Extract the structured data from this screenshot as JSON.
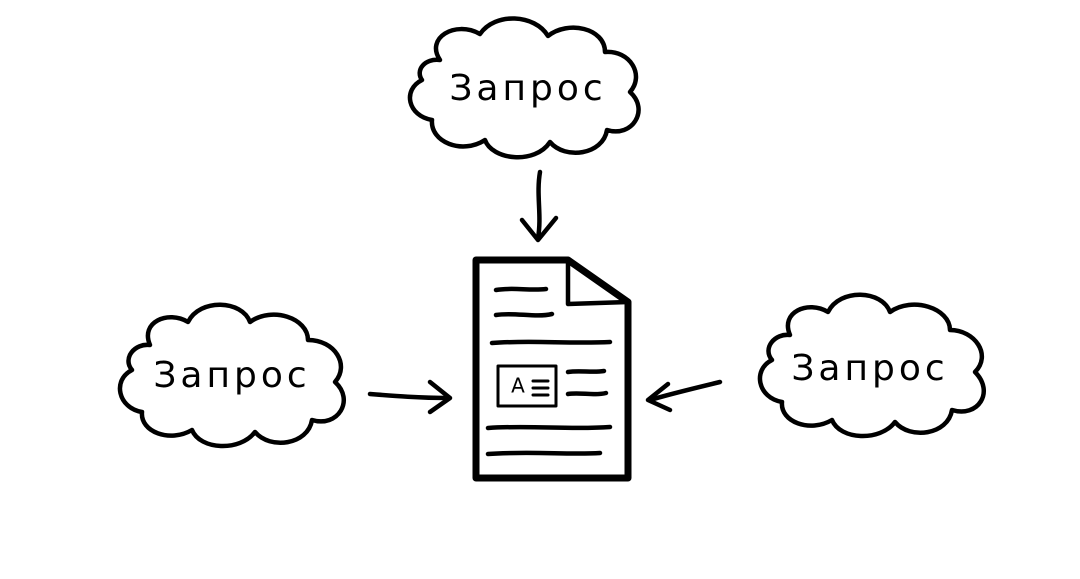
{
  "clouds": {
    "top": {
      "label": "Запрос"
    },
    "left": {
      "label": "Запрос"
    },
    "right": {
      "label": "Запрос"
    }
  },
  "document": {
    "icon_letter": "A"
  },
  "colors": {
    "ink": "#000000",
    "background": "#ffffff"
  }
}
